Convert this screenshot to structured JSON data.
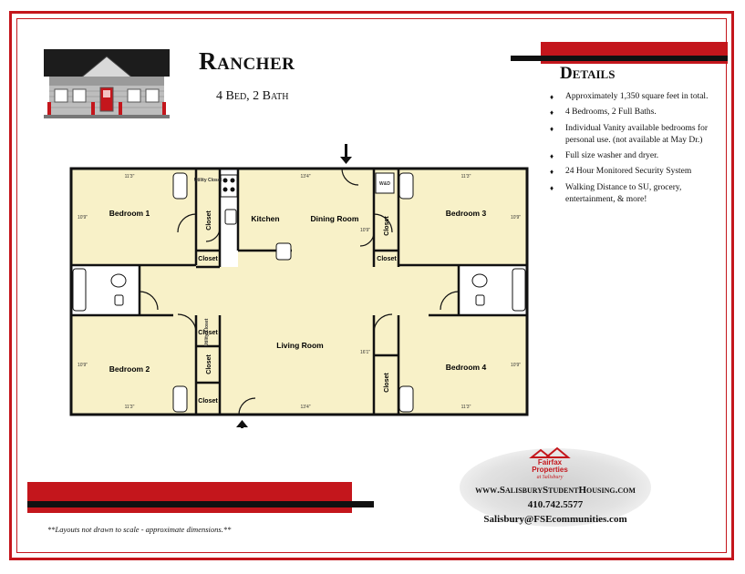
{
  "header": {
    "title": "Rancher",
    "subtitle": "4 Bed, 2 Bath"
  },
  "details": {
    "title": "Details",
    "items": [
      "Approximately 1,350 square feet in total.",
      "4 Bedrooms, 2 Full Baths.",
      "Individual Vanity available bedrooms for personal use. (not available at May Dr.)",
      "Full size washer and dryer.",
      "24 Hour Monitored Security System",
      "Walking Distance to SU, grocery, entertainment, & more!"
    ]
  },
  "floorplan": {
    "rooms": {
      "bedroom1": "Bedroom 1",
      "bedroom2": "Bedroom 2",
      "bedroom3": "Bedroom 3",
      "bedroom4": "Bedroom 4",
      "kitchen": "Kitchen",
      "dining": "Dining Room",
      "living": "Living Room",
      "closet": "Closet",
      "utility": "Utility Closet",
      "wd": "W&D"
    },
    "dimensions": {
      "bed_width": "11'3\"",
      "bed_depth": "10'9\"",
      "living_width": "13'4\"",
      "dining_depth": "10'9\"",
      "living_depth": "16'1\""
    }
  },
  "footer": {
    "note": "**Layouts not drawn to scale - approximate dimensions.**",
    "website": "www.SalisburyStudentHousing.com",
    "phone": "410.742.5577",
    "email": "Salisbury@FSEcommunities.com",
    "logo_line1": "Fairfax",
    "logo_line2": "Properties",
    "logo_line3": "at Salisbury"
  },
  "colors": {
    "accent": "#c4161c",
    "floor": "#f8f1c8",
    "wall": "#111111"
  }
}
